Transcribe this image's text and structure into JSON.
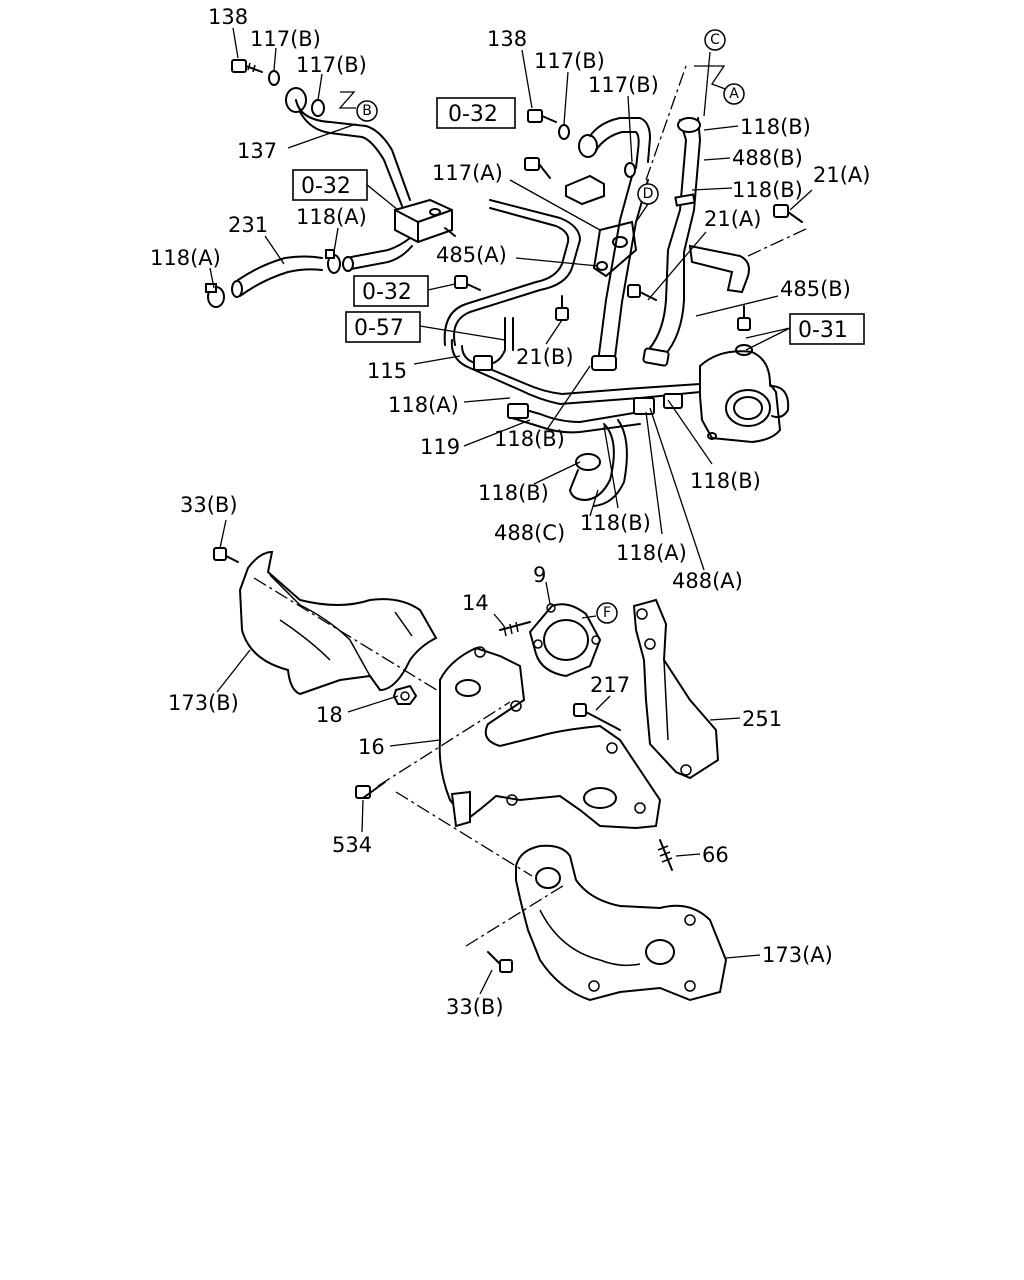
{
  "labels": {
    "l138a": "138",
    "l117b1": "117(B)",
    "l117b2": "117(B)",
    "lBcircle": "B",
    "l137": "137",
    "ref032a": "0-32",
    "l138b": "138",
    "l117b3": "117(B)",
    "l117b4": "117(B)",
    "lCcircle": "C",
    "lAcircle": "A",
    "l118b1": "118(B)",
    "l488b": "488(B)",
    "l117a": "117(A)",
    "lDcircle": "D",
    "l118b2": "118(B)",
    "l21a1": "21(A)",
    "ref032b": "0-32",
    "l231": "231",
    "l118a1": "118(A)",
    "l21a2": "21(A)",
    "l118a2": "118(A)",
    "l485a": "485(A)",
    "ref032c": "0-32",
    "l485b": "485(B)",
    "ref057": "0-57",
    "ref031": "0-31",
    "l21b": "21(B)",
    "l115": "115",
    "l118a3": "118(A)",
    "l119": "119",
    "l118b3": "118(B)",
    "l118b4": "118(B)",
    "l118b5": "118(B)",
    "l488c": "488(C)",
    "l118b6": "118(B)",
    "l118a4": "118(A)",
    "l488a": "488(A)",
    "l33b1": "33(B)",
    "l9": "9",
    "l14": "14",
    "lFcircle": "F",
    "l173b": "173(B)",
    "l217": "217",
    "l251": "251",
    "l18": "18",
    "l16": "16",
    "l534": "534",
    "l66": "66",
    "l173a": "173(A)",
    "l33b2": "33(B)"
  }
}
